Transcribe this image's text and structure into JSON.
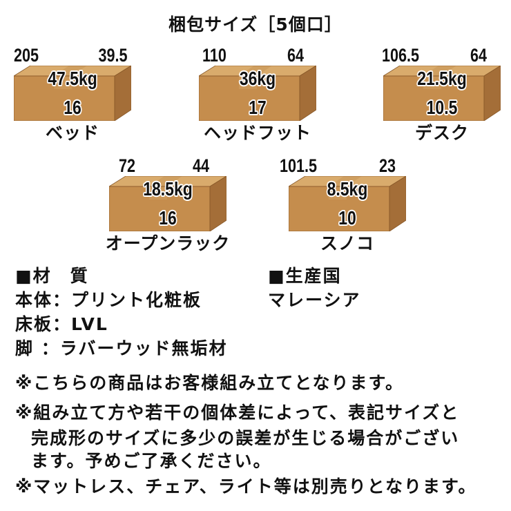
{
  "title": "梱包サイズ［5個口］",
  "packages": [
    {
      "name": "ベッド",
      "dim_left": "205",
      "dim_right": "39.5",
      "weight": "47.5kg",
      "dim_front": "16"
    },
    {
      "name": "ヘッドフット",
      "dim_left": "110",
      "dim_right": "64",
      "weight": "36kg",
      "dim_front": "17"
    },
    {
      "name": "デスク",
      "dim_left": "106.5",
      "dim_right": "64",
      "weight": "21.5kg",
      "dim_front": "10.5"
    },
    {
      "name": "オープンラック",
      "dim_left": "72",
      "dim_right": "44",
      "weight": "18.5kg",
      "dim_front": "16"
    },
    {
      "name": "スノコ",
      "dim_left": "101.5",
      "dim_right": "23",
      "weight": "8.5kg",
      "dim_front": "10"
    }
  ],
  "materials": {
    "heading": "■材　質",
    "lines": [
      "本体：プリント化粧板",
      "床板：LVL",
      "脚 ：ラバーウッド無垢材"
    ]
  },
  "origin": {
    "heading": "■生産国",
    "value": "マレーシア"
  },
  "notes": [
    {
      "lines": [
        "※こちらの商品はお客様組み立てとなります。"
      ]
    },
    {
      "lines": [
        "※組み立て方や若干の個体差によって、表記サイズと",
        "完成形のサイズに多少の誤差が生じる場合がござい",
        "ます。予めご了承ください。"
      ]
    },
    {
      "lines": [
        "※マットレス、チェア、ライト等は別売りとなります。"
      ]
    }
  ],
  "colors": {
    "text": "#111111",
    "box_top": "#d9ab6c",
    "box_front": "#c58d4d",
    "box_side": "#a46e38"
  }
}
